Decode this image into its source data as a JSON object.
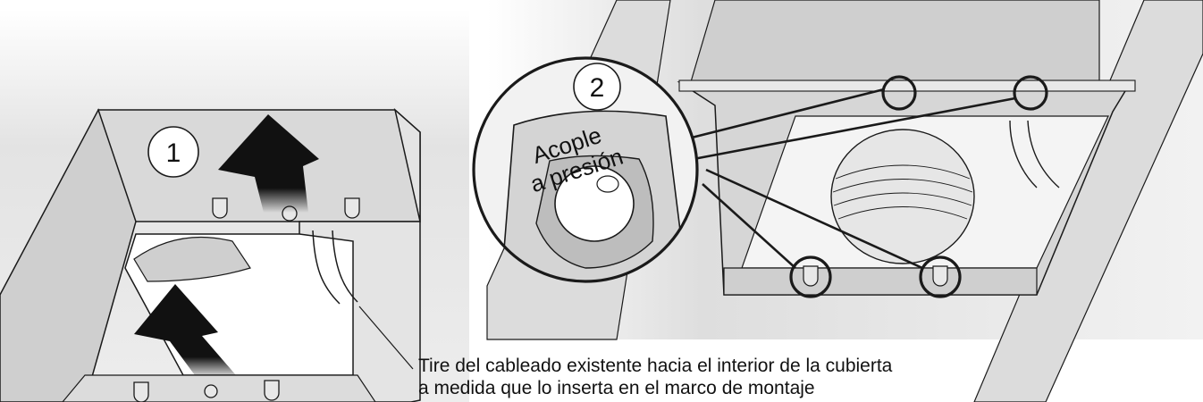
{
  "steps": {
    "step1": "1",
    "step2": "2"
  },
  "callout": {
    "line1": "Acople",
    "line2": "a presión"
  },
  "caption": {
    "line1": "Tire del cableado existente hacia el interior de la cubierta",
    "line2": "a medida que lo inserta en el marco de montaje"
  },
  "colors": {
    "background": "#ffffff",
    "housing_fill": "#e6e6e6",
    "housing_dark": "#bdbdbd",
    "outline": "#1a1a1a",
    "arrow": "#111111",
    "joist": "#dcdcdc"
  }
}
